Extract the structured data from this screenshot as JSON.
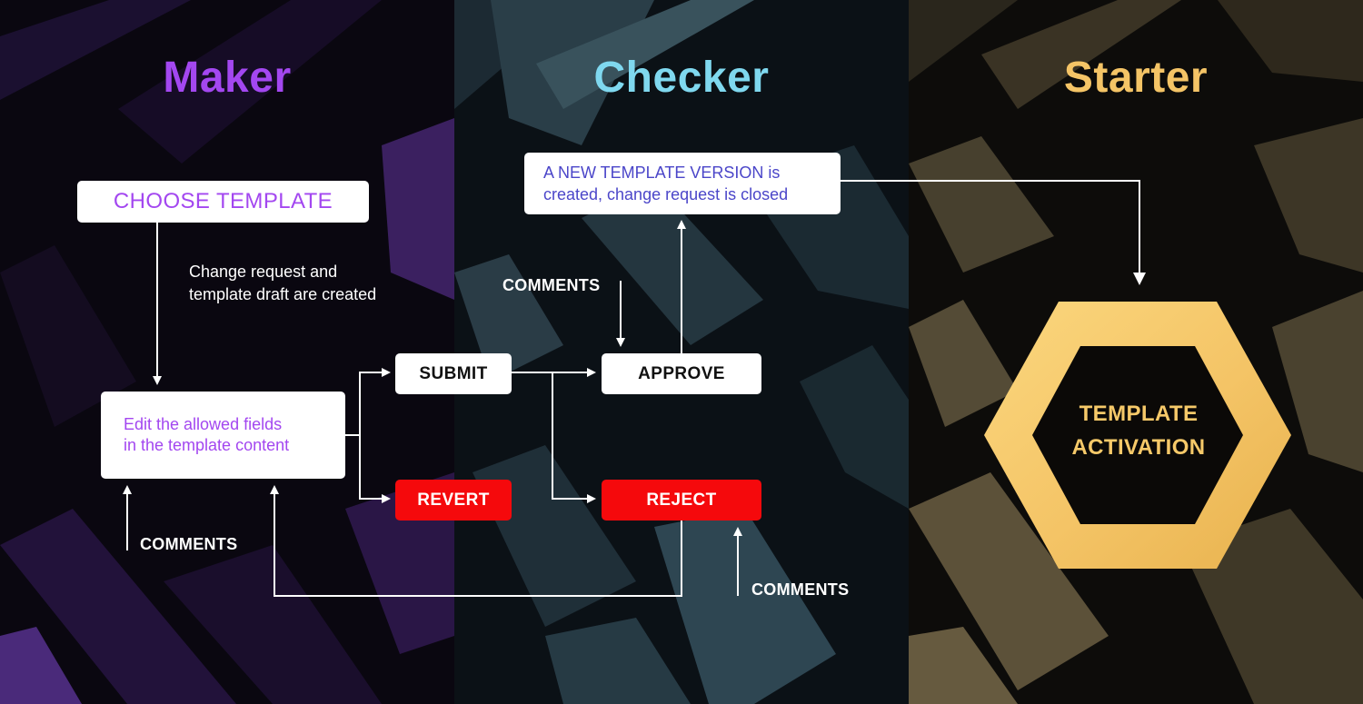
{
  "columns": {
    "maker": {
      "title": "Maker",
      "color": "#a347f0"
    },
    "checker": {
      "title": "Checker",
      "color": "#7fd8ef"
    },
    "starter": {
      "title": "Starter",
      "color": "#f4c466"
    }
  },
  "maker": {
    "choose_template": "CHOOSE TEMPLATE",
    "change_request_note": [
      "Change request and",
      "template draft are created"
    ],
    "edit_box": [
      "Edit the allowed fields",
      "in the template content"
    ],
    "submit": "SUBMIT",
    "revert": "REVERT",
    "comments": "COMMENTS"
  },
  "checker": {
    "new_version": {
      "highlight": "A NEW TEMPLATE VERSION",
      "rest_line1": " is",
      "line2": "created, change request is closed"
    },
    "approve": "APPROVE",
    "reject": "REJECT",
    "comments_top": "COMMENTS",
    "comments_bottom": "COMMENTS"
  },
  "starter": {
    "activation": [
      "TEMPLATE",
      "ACTIVATION"
    ]
  },
  "colors": {
    "purple_text": "#a347f0",
    "blue_text": "#4b46c9",
    "red_button": "#f5090c",
    "gold": "#f4c466",
    "connector": "#ffffff"
  }
}
